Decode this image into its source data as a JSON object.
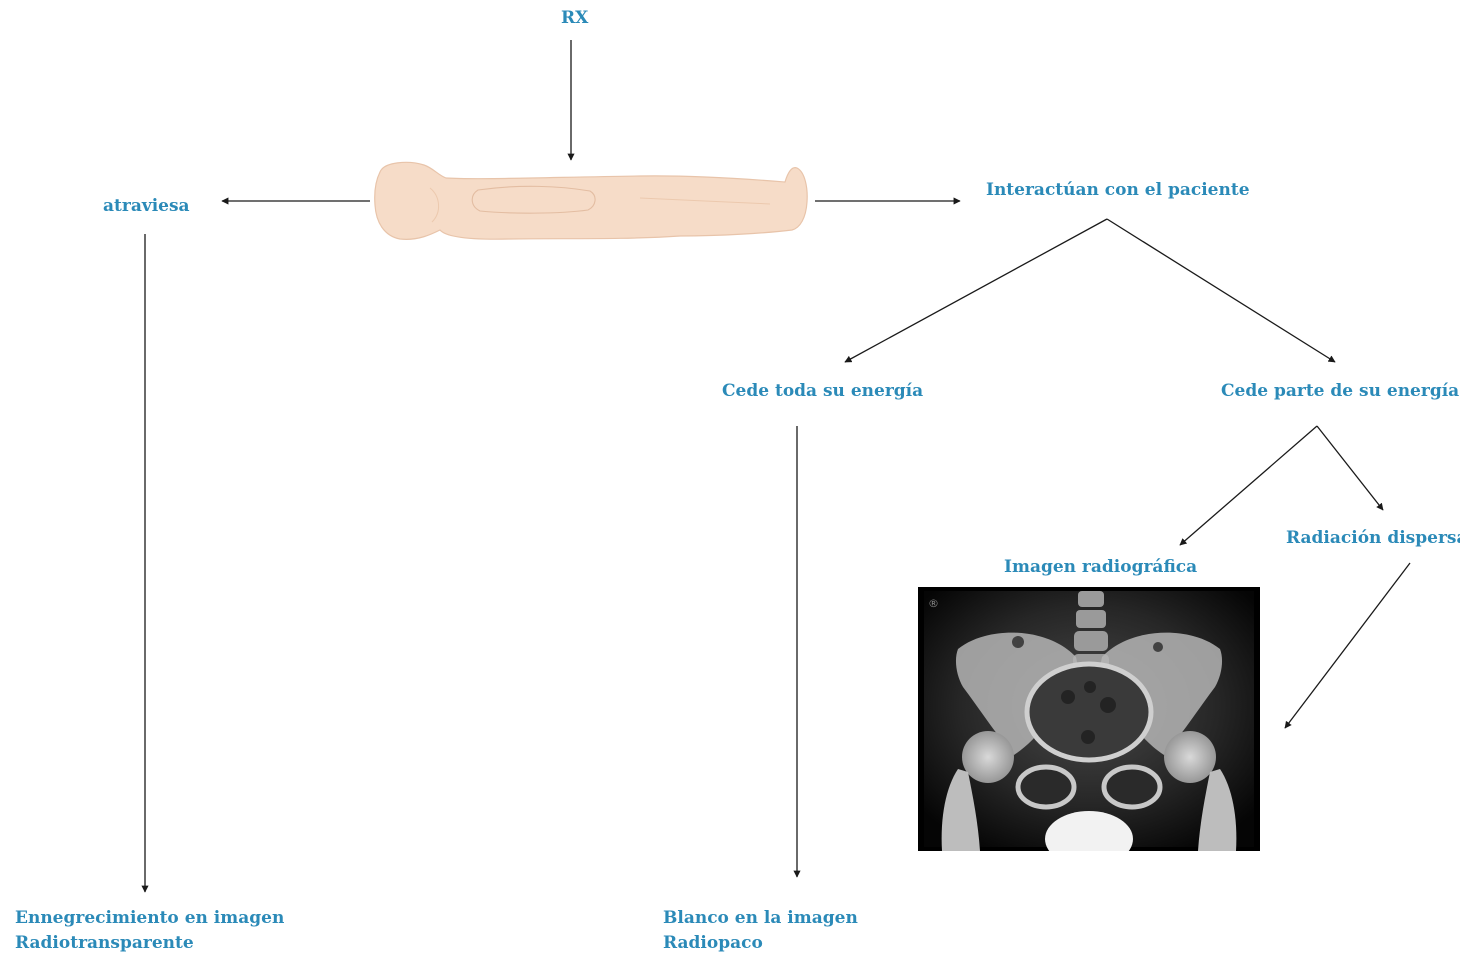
{
  "nodes": {
    "rx": "RX",
    "atraviesa": "atraviesa",
    "interactuan": "Interactúan con el paciente",
    "cede_toda": "Cede toda su energía",
    "cede_parte": "Cede parte de su energía",
    "imagen_radiografica": "Imagen radiográfica",
    "radiacion_dispersa": "Radiación dispersa",
    "ennegrecimiento": "Ennegrecimiento en imagen",
    "radiotransparente": "Radiotransparente",
    "blanco": "Blanco en la imagen",
    "radiopaco": "Radiopaco"
  },
  "colors": {
    "label": "#2b8ab8",
    "arrow": "#1a1a1a",
    "patient_fill": "#f6dcc8",
    "xray_background": "#000000"
  },
  "images": {
    "patient": "lying-patient-silhouette",
    "xray": "pelvis-radiograph"
  }
}
